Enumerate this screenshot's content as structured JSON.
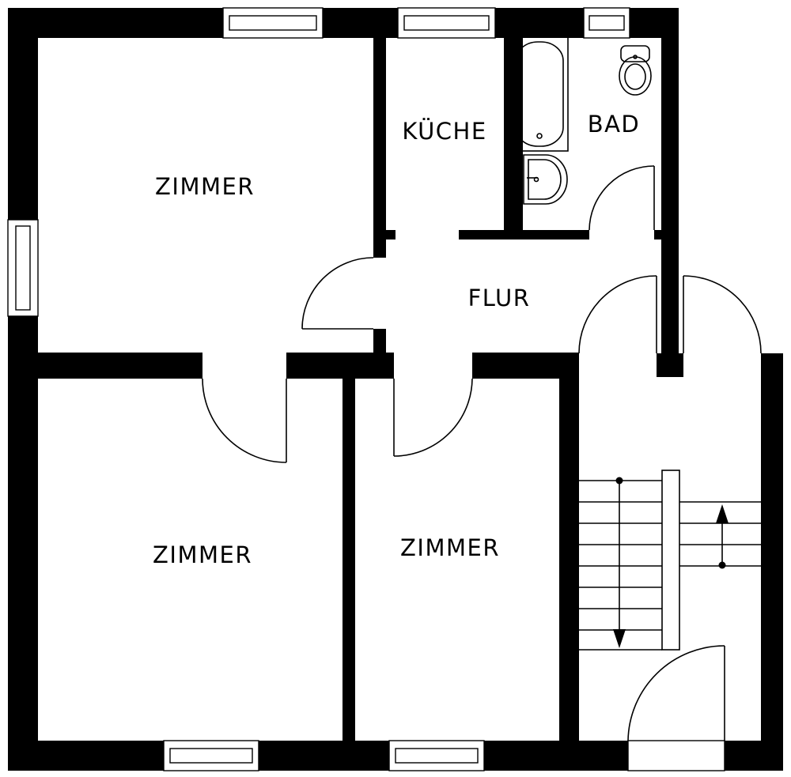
{
  "rooms": {
    "zimmer_top_left": "ZIMMER",
    "kueche": "KÜCHE",
    "bad": "BAD",
    "flur": "FLUR",
    "zimmer_bottom_left": "ZIMMER",
    "zimmer_bottom_middle": "ZIMMER"
  },
  "colors": {
    "wall": "#000000",
    "background": "#ffffff"
  }
}
